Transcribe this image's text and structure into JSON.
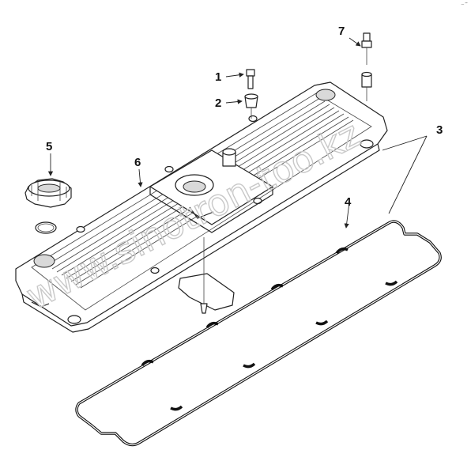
{
  "watermark": "www.sinotron-too.kz",
  "corner_mark": "⁻˜",
  "callouts": [
    {
      "id": "1",
      "label": "1"
    },
    {
      "id": "2",
      "label": "2"
    },
    {
      "id": "3",
      "label": "3"
    },
    {
      "id": "4",
      "label": "4"
    },
    {
      "id": "5",
      "label": "5"
    },
    {
      "id": "6",
      "label": "6"
    },
    {
      "id": "7",
      "label": "7"
    }
  ]
}
